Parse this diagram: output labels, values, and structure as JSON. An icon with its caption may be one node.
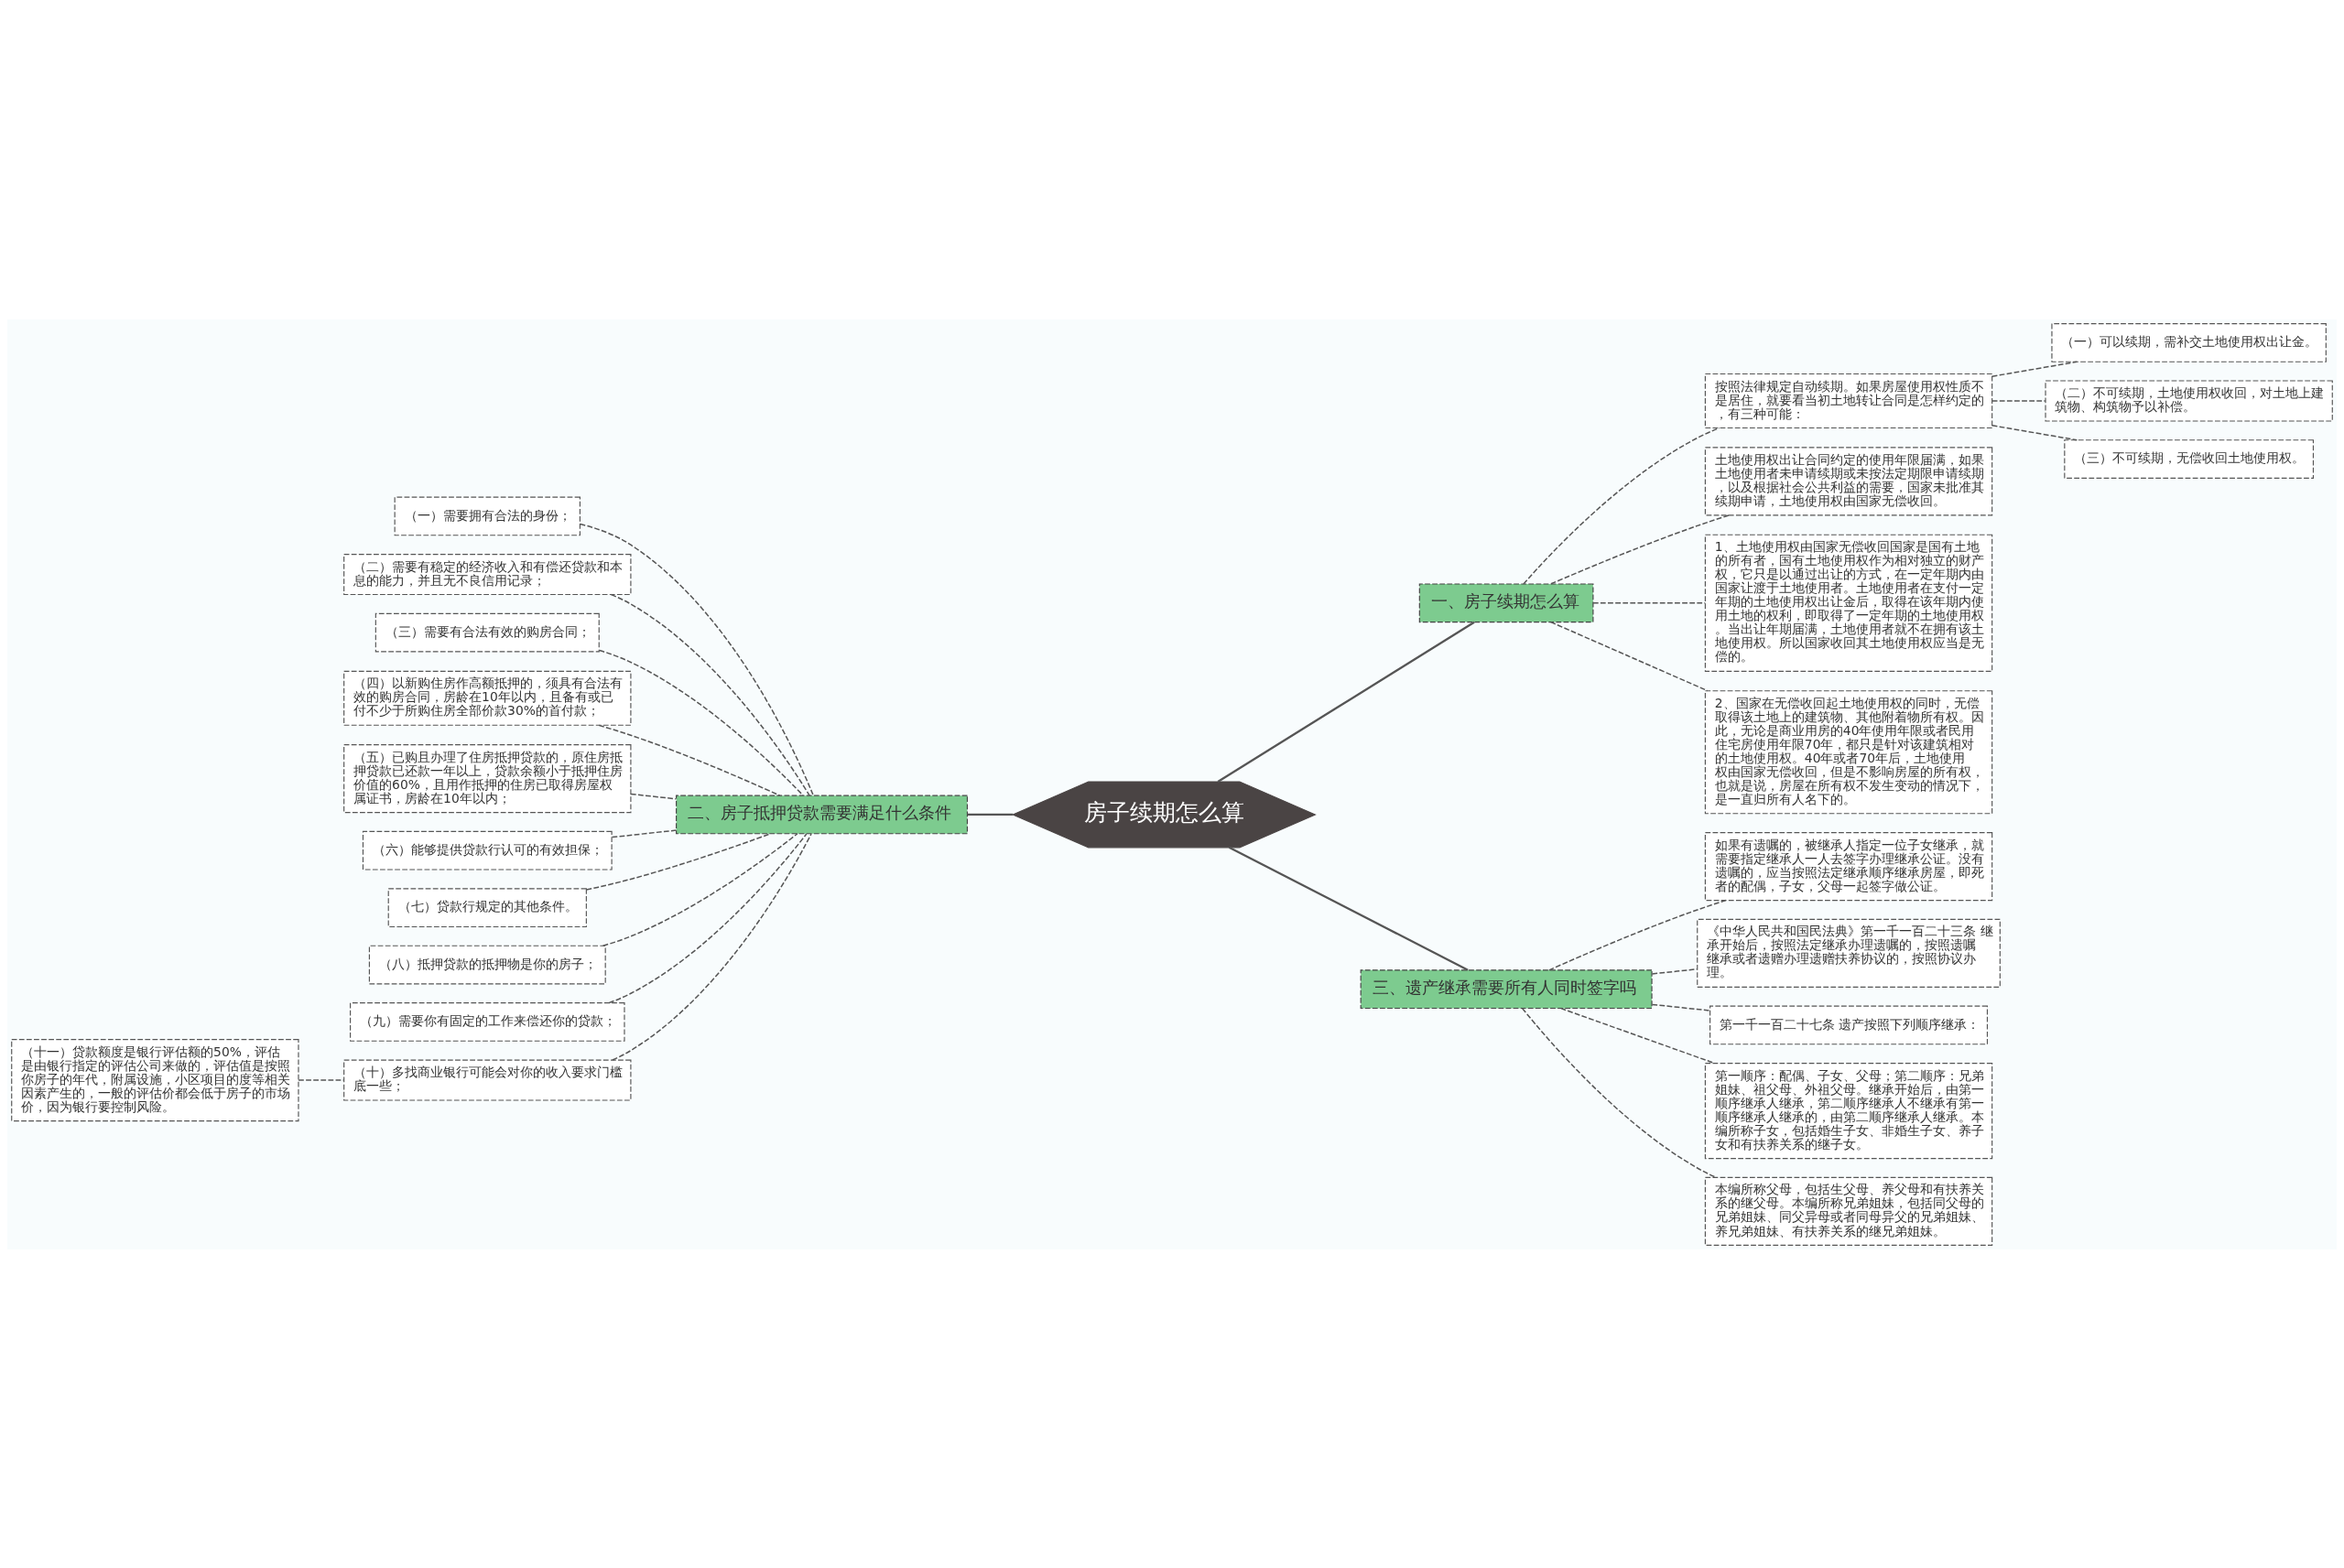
{
  "diagram": {
    "nodes": [
      {
        "text": [
          "房子续期怎么算"
        ]
      },
      {
        "text": [
          "一、房子续期怎么算"
        ]
      },
      {
        "text": [
          "按照法律规定自动续期。如果房屋使用权性质不是居住，就要看当初土地转让合同是怎样约定的，有三种可能："
        ]
      },
      {
        "text": [
          "（一）可以续期，需补交土地使用权出让金。"
        ]
      },
      {
        "text": [
          "（二）不可续期，土地使用权收回，对土地上建筑物、构筑物予以补偿。"
        ]
      },
      {
        "text": [
          "（三）不可续期，无偿收回土地使用权。"
        ]
      },
      {
        "text": [
          "土地使用权出让合同约定的使用年限届满，如果土地使用者未申请续期或未按法定期限申请续期，以及根据社会公共利益的需要，国家未批准其续期申请，土地使用权由国家无偿收回。"
        ]
      },
      {
        "text": [
          "1、土地使用权由国家无偿收回国家是国有土地的所有者，国有土地使用权作为相对独立的财产权，它只是以通过出让的方式，在一定年期内由国家让渡于土地使用者。土地使用者在支付一定年期的土地使用权出让金后，取得在该年期内使用土地的权利，即取得了一定年期的土地使用权。当出让年期届满，土地使用者就不在拥有该土地使用权。所以国家收回其土地使用权应当是无偿的。"
        ]
      },
      {
        "text": [
          "2、国家在无偿收回起土地使用权的同时，无偿取得该土地上的建筑物、其他附着物所有权。因此，无论是商业用房的40年使用年限或者民用住宅房使用年限70年，都只是针对该建筑相对的土地使用权。40年或者70年后，土地使用权由国家无偿收回，但是不影响房屋的所有权，也就是说，房屋在所有权不发生变动的情况下，是一直归所有人名下的。"
        ]
      },
      {
        "text": [
          "二、房子抵押贷款需要满足什么条件"
        ]
      },
      {
        "text": [
          "（一）需要拥有合法的身份；"
        ]
      },
      {
        "text": [
          "（二）需要有稳定的经济收入和有偿还贷款和本息的能力，并且无不良信用记录；"
        ]
      },
      {
        "text": [
          "（三）需要有合法有效的购房合同；"
        ]
      },
      {
        "text": [
          "（四）以新购住房作高额抵押的，须具有合法有效的购房合同，房龄在10年以内，且备有或已付不少于所购住房全部价款30%的首付款；"
        ]
      },
      {
        "text": [
          "（五）已购且办理了住房抵押贷款的，原住房抵押贷款已还款一年以上，贷款余额小于抵押住房价值的60%，且用作抵押的住房已取得房屋权属证书，房龄在10年以内；"
        ]
      },
      {
        "text": [
          "（六）能够提供贷款行认可的有效担保；"
        ]
      },
      {
        "text": [
          "（七）贷款行规定的其他条件。"
        ]
      },
      {
        "text": [
          "（八）抵押贷款的抵押物是你的房子；"
        ]
      },
      {
        "text": [
          "（九）需要你有固定的工作来偿还你的贷款；"
        ]
      },
      {
        "text": [
          "（十）多找商业银行可能会对你的收入要求门槛底一些；"
        ]
      },
      {
        "text": [
          "（十一）贷款额度是银行评估额的50%，评估是由银行指定的评估公司来做的，评估值是按照你房子的年代，附属设施，小区项目的度等相关因素产生的，一般的评估价都会低于房子的市场价，因为银行要控制风险。"
        ]
      },
      {
        "text": [
          "三、遗产继承需要所有人同时签字吗"
        ]
      },
      {
        "text": [
          "如果有遗嘱的，被继承人指定一位子女继承，就需要指定继承人一人去签字办理继承公证。没有遗嘱的，应当按照法定继承顺序继承房屋，即死者的配偶，子女，父母一起签字做公证。"
        ]
      },
      {
        "text": [
          "《中华人民共和国民法典》第一千一百二十三条 继承开始后，按照法定继承办理遗嘱的，按照遗嘱继承或者遗赠办理遗赠扶养协议的，按照协议办理。"
        ]
      },
      {
        "text": [
          "第一千一百二十七条 遗产按照下列顺序继承："
        ]
      },
      {
        "text": [
          "第一顺序：配偶、子女、父母；第二顺序：兄弟姐妹、祖父母、外祖父母。继承开始后，由第一顺序继承人继承，第二顺序继承人不继承有第一顺序继承人继承的，由第二顺序继承人继承。本编所称子女，包括婚生子女、非婚生子女、养子女和有扶养关系的继子女。"
        ]
      },
      {
        "text": [
          "本编所称父母，包括生父母、养父母和有扶养关系的继父母。本编所称兄弟姐妹，包括同父母的兄弟姐妹、同父异母或者同母异父的兄弟姐妹、养兄弟姐妹、有扶养关系的继兄弟姐妹。"
        ]
      }
    ],
    "edges": [
      {
        "from": 0,
        "to": 1,
        "arrow": "none"
      },
      {
        "from": 1,
        "to": 2,
        "arrow": "none",
        "style": "dashed"
      },
      {
        "from": 2,
        "to": 3,
        "arrow": "none",
        "style": "dashed"
      },
      {
        "from": 2,
        "to": 4,
        "arrow": "none",
        "style": "dashed"
      },
      {
        "from": 2,
        "to": 5,
        "arrow": "none",
        "style": "dashed"
      },
      {
        "from": 1,
        "to": 6,
        "arrow": "none",
        "style": "dashed"
      },
      {
        "from": 1,
        "to": 7,
        "arrow": "none",
        "style": "dashed"
      },
      {
        "from": 1,
        "to": 8,
        "arrow": "none",
        "style": "dashed"
      },
      {
        "from": 0,
        "to": 9,
        "arrow": "none"
      },
      {
        "from": 9,
        "to": 10,
        "arrow": "none",
        "style": "dashed"
      },
      {
        "from": 9,
        "to": 11,
        "arrow": "none",
        "style": "dashed"
      },
      {
        "from": 9,
        "to": 12,
        "arrow": "none",
        "style": "dashed"
      },
      {
        "from": 9,
        "to": 13,
        "arrow": "none",
        "style": "dashed"
      },
      {
        "from": 9,
        "to": 14,
        "arrow": "none",
        "style": "dashed"
      },
      {
        "from": 9,
        "to": 15,
        "arrow": "none",
        "style": "dashed"
      },
      {
        "from": 9,
        "to": 16,
        "arrow": "none",
        "style": "dashed"
      },
      {
        "from": 9,
        "to": 17,
        "arrow": "none",
        "style": "dashed"
      },
      {
        "from": 9,
        "to": 18,
        "arrow": "none",
        "style": "dashed"
      },
      {
        "from": 9,
        "to": 19,
        "arrow": "none",
        "style": "dashed"
      },
      {
        "from": 19,
        "to": 20,
        "arrow": "none",
        "style": "dashed"
      },
      {
        "from": 0,
        "to": 21,
        "arrow": "none"
      },
      {
        "from": 21,
        "to": 22,
        "arrow": "none",
        "style": "dashed"
      },
      {
        "from": 21,
        "to": 23,
        "arrow": "none",
        "style": "dashed"
      },
      {
        "from": 21,
        "to": 24,
        "arrow": "none",
        "style": "dashed"
      },
      {
        "from": 21,
        "to": 25,
        "arrow": "none",
        "style": "dashed"
      },
      {
        "from": 21,
        "to": 26,
        "arrow": "none",
        "style": "dashed"
      }
    ]
  }
}
